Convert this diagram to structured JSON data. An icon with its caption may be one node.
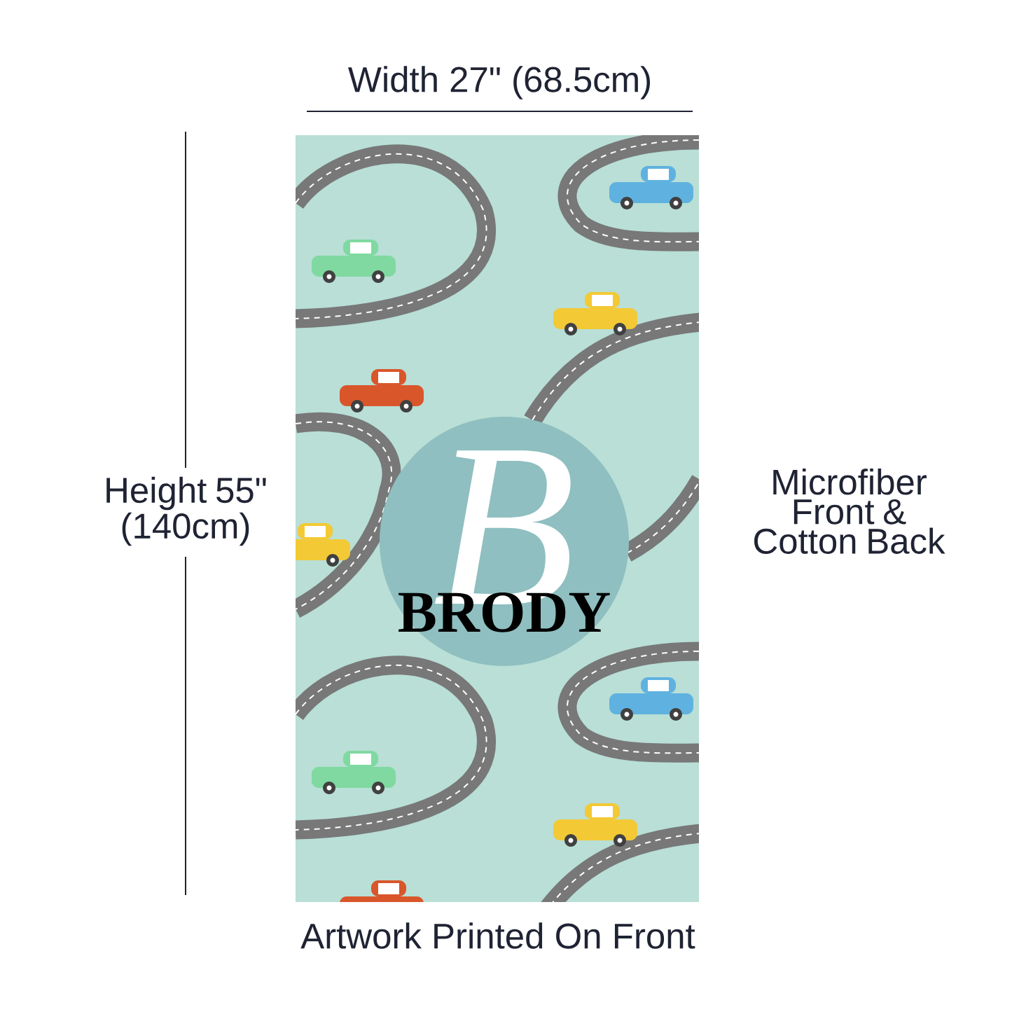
{
  "diagram": {
    "nodes": [
      {
        "text": [
          "B",
          "BRODY"
        ]
      }
    ],
    "labels": [
      "Width 27\" (68.5cm)",
      "Height 55\" (140cm)",
      "Microfiber Front & Cotton Back",
      "Artwork Printed On Front"
    ]
  }
}
